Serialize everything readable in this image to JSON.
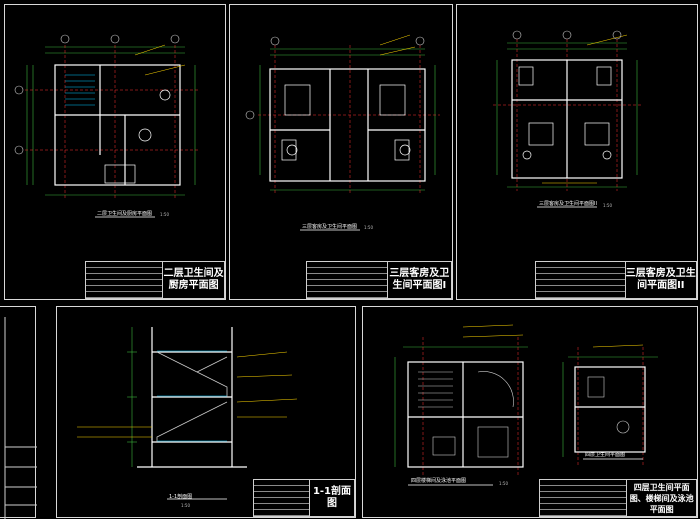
{
  "colors": {
    "background": "#000000",
    "frame": "#d8d8d8",
    "wall": "#ffffff",
    "dim": "#3cb43c",
    "axis": "#ff3030",
    "hatch": "#00c8ff",
    "note": "#ffd700"
  },
  "sheets": [
    {
      "title": "二层卫生间及厨房平面图",
      "caption": "二层卫生间及厨房平面图",
      "scale": "1:50"
    },
    {
      "title": "三层客房及卫生间平面图I",
      "caption": "三层客房及卫生间平面图",
      "scale": "1:50"
    },
    {
      "title": "三层客房及卫生间平面图II",
      "caption": "三层客房及卫生间平面图II",
      "scale": "1:50"
    },
    {
      "title": "1-1剖面图",
      "caption": "1-1剖面图",
      "scale": "1:50"
    },
    {
      "title": "四层卫生间平面图、楼梯间及泳池平面图",
      "caption": "四层楼梯间及泳池平面图",
      "caption2": "四层卫生间平面图",
      "scale": "1:50"
    }
  ]
}
